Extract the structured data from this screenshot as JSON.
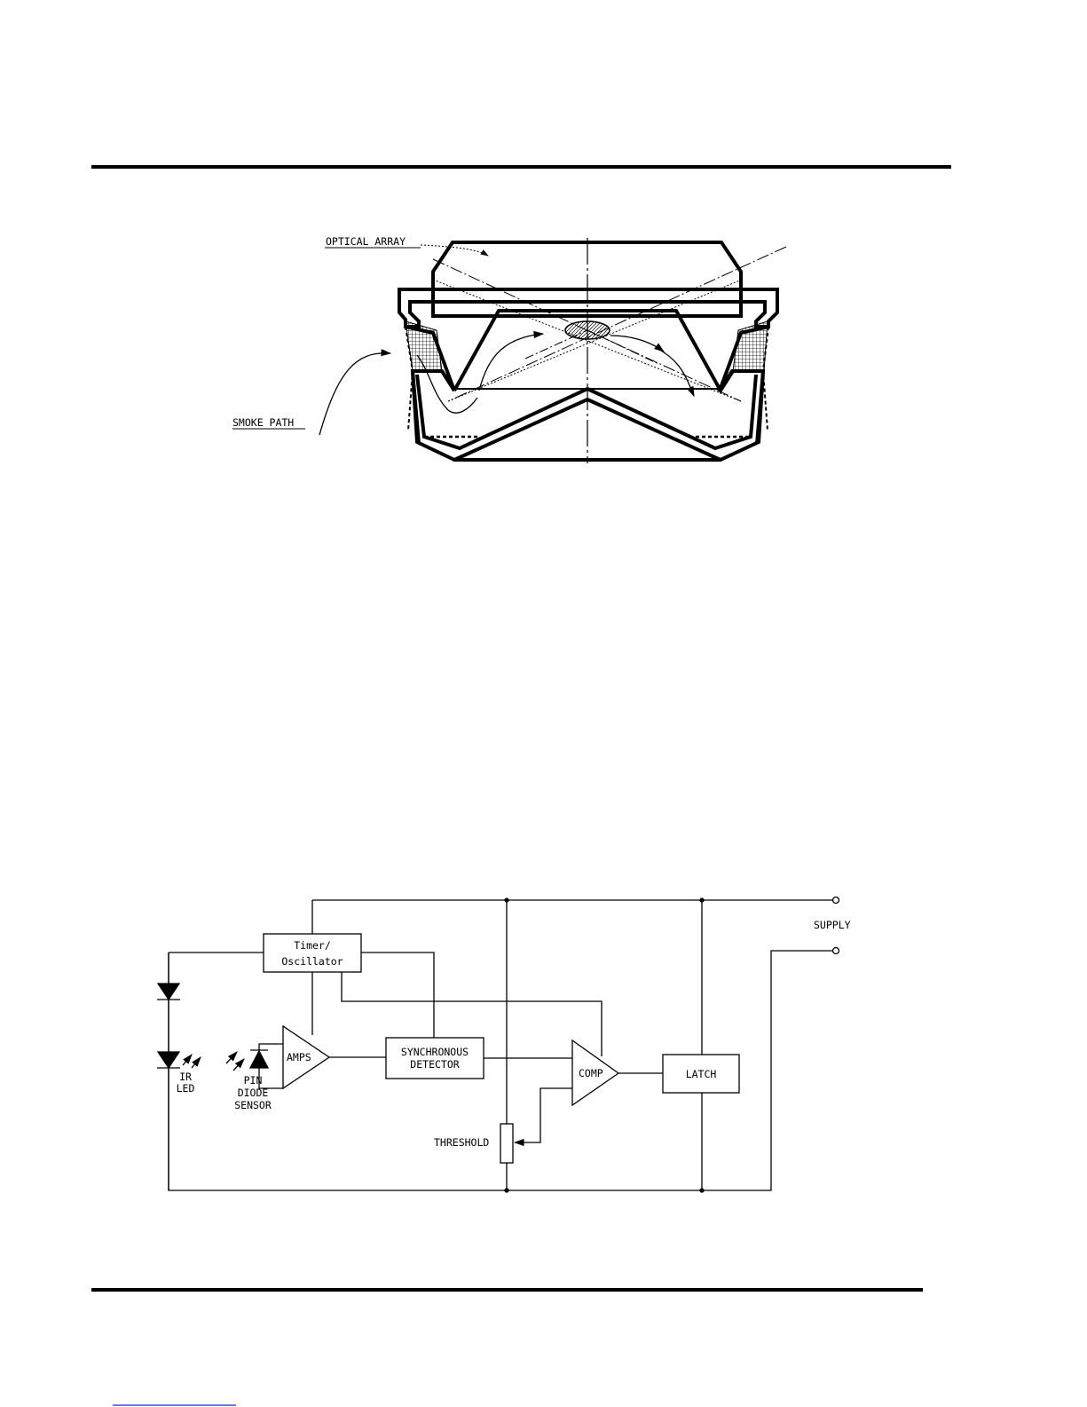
{
  "detector": {
    "optical_array_label": "OPTICAL ARRAY",
    "smoke_path_label": "SMOKE PATH"
  },
  "circuit": {
    "timer_line1": "Timer/",
    "timer_line2": "Oscillator",
    "amps_label": "AMPS",
    "sync_line1": "SYNCHRONOUS",
    "sync_line2": "DETECTOR",
    "comp_label": "COMP",
    "latch_label": "LATCH",
    "supply_label": "SUPPLY",
    "threshold_label": "THRESHOLD",
    "ir_line1": "IR",
    "ir_line2": "LED",
    "pin_line1": "PIN",
    "pin_line2": "DIODE",
    "pin_line3": "SENSOR"
  }
}
